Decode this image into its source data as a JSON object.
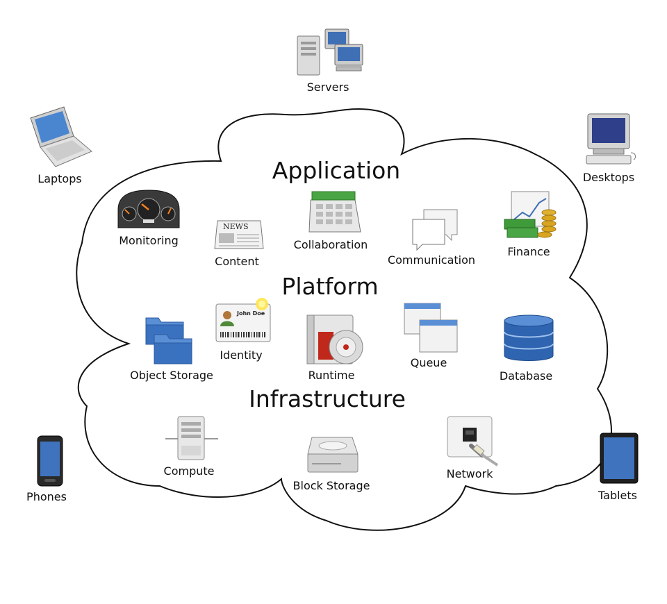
{
  "layers": {
    "application": "Application",
    "platform": "Platform",
    "infrastructure": "Infrastructure"
  },
  "devices": {
    "servers": "Servers",
    "laptops": "Laptops",
    "desktops": "Desktops",
    "phones": "Phones",
    "tablets": "Tablets"
  },
  "application_items": {
    "monitoring": "Monitoring",
    "content": "Content",
    "collaboration": "Collaboration",
    "communication": "Communication",
    "finance": "Finance"
  },
  "platform_items": {
    "object_storage": "Object Storage",
    "identity": "Identity",
    "runtime": "Runtime",
    "queue": "Queue",
    "database": "Database"
  },
  "infrastructure_items": {
    "compute": "Compute",
    "block_storage": "Block Storage",
    "network": "Network"
  },
  "icon_text": {
    "news": "NEWS",
    "name": "John Doe"
  },
  "colors": {
    "screen_blue": "#3f6fb5",
    "folder_blue": "#3a72c0",
    "db_blue": "#2f64b0",
    "green": "#3f9a3a",
    "gold": "#d9a520",
    "red": "#c0281c"
  }
}
